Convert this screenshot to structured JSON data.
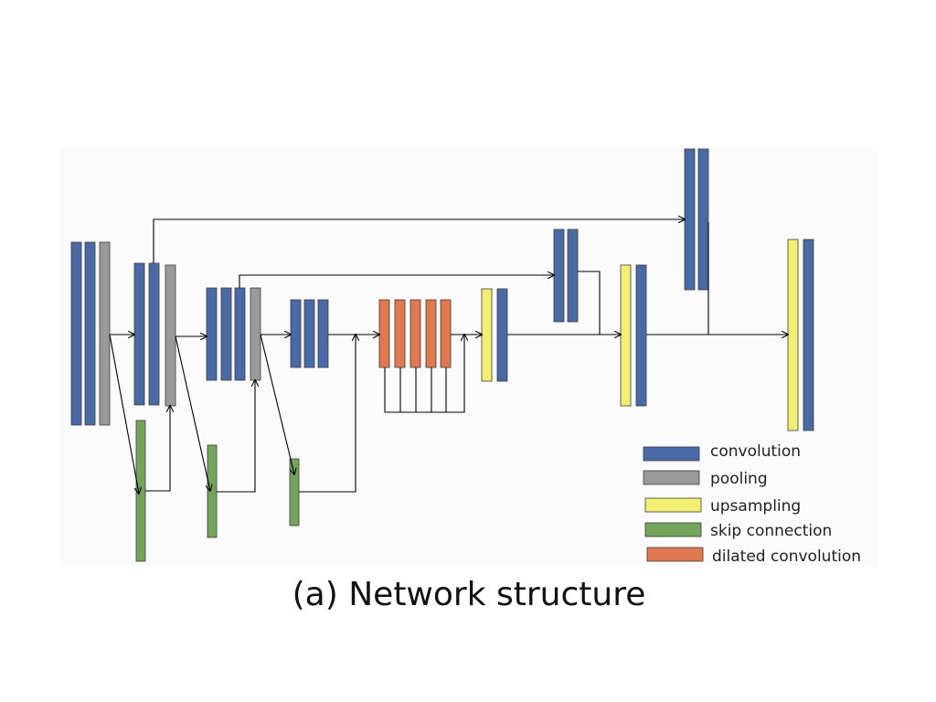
{
  "colors": {
    "convolution": "#4a6aa5",
    "pooling": "#9a9a9a",
    "upsampling": "#f2ef72",
    "skip_connection": "#74a45c",
    "dilated_convolution": "#e07850",
    "panel_background": "#fbfbfb"
  },
  "legend": [
    {
      "key": "convolution",
      "label": "convolution"
    },
    {
      "key": "pooling",
      "label": "pooling"
    },
    {
      "key": "upsampling",
      "label": "upsampling"
    },
    {
      "key": "skip_connection",
      "label": "skip connection"
    },
    {
      "key": "dilated_convolution",
      "label": "dilated convolution"
    }
  ],
  "caption": "(a) Network structure"
}
